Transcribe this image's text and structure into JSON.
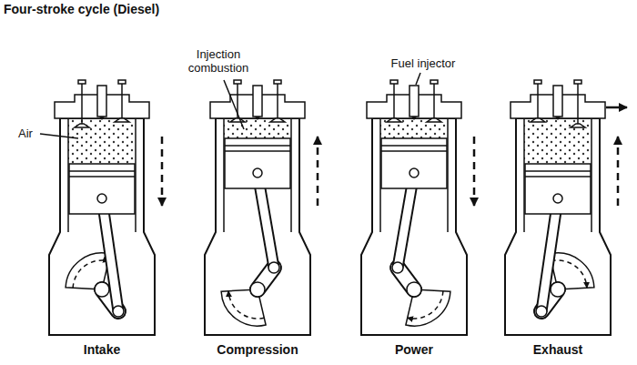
{
  "diagram": {
    "title": "Four-stroke cycle (Diesel)",
    "labels": [
      "Injection combustion",
      "Fuel injector",
      "Air",
      "Intake",
      "Compression",
      "Power",
      "Exhaust"
    ]
  }
}
